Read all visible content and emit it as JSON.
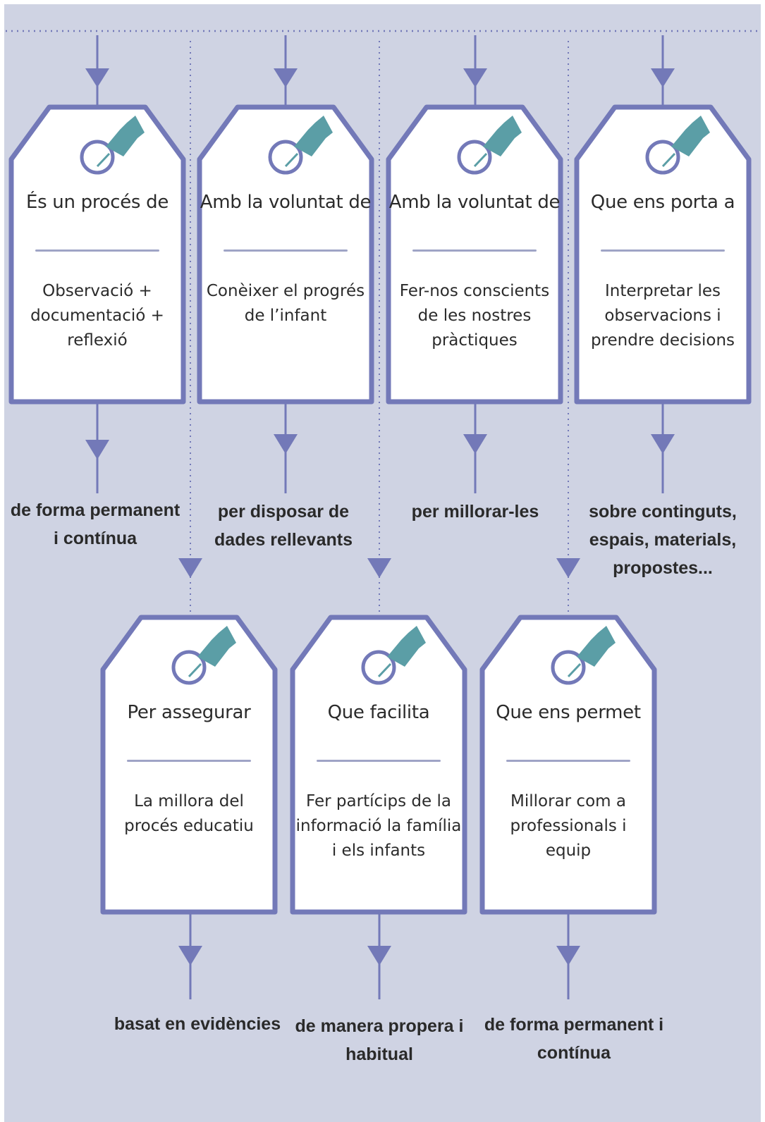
{
  "colors": {
    "background": "#cfd3e3",
    "accent": "#7379b8",
    "pin": "#5b9ea6",
    "card": "#ffffff"
  },
  "top_row": [
    {
      "heading": "És un procés de",
      "body": "Observació + documentació + reflexió",
      "result": "de forma permanent i contínua"
    },
    {
      "heading": "Amb la voluntat de",
      "body": "Conèixer el progrés de l’infant",
      "result": "per disposar de dades rellevants"
    },
    {
      "heading": "Amb la voluntat de",
      "body": "Fer-nos conscients de les nostres pràctiques",
      "result": "per millorar-les"
    },
    {
      "heading": "Que ens porta a",
      "body": "Interpretar les observacions i prendre decisions",
      "result": "sobre continguts, espais, materials, propostes..."
    }
  ],
  "bottom_row": [
    {
      "heading": "Per assegurar",
      "body": "La millora del procés educatiu",
      "result": "basat en evidències"
    },
    {
      "heading": "Que facilita",
      "body": "Fer partícips de la informació la família i els infants",
      "result": "de manera propera i habitual"
    },
    {
      "heading": "Que ens permet",
      "body": "Millorar com a professionals i equip",
      "result": "de forma permanent i contínua"
    }
  ]
}
